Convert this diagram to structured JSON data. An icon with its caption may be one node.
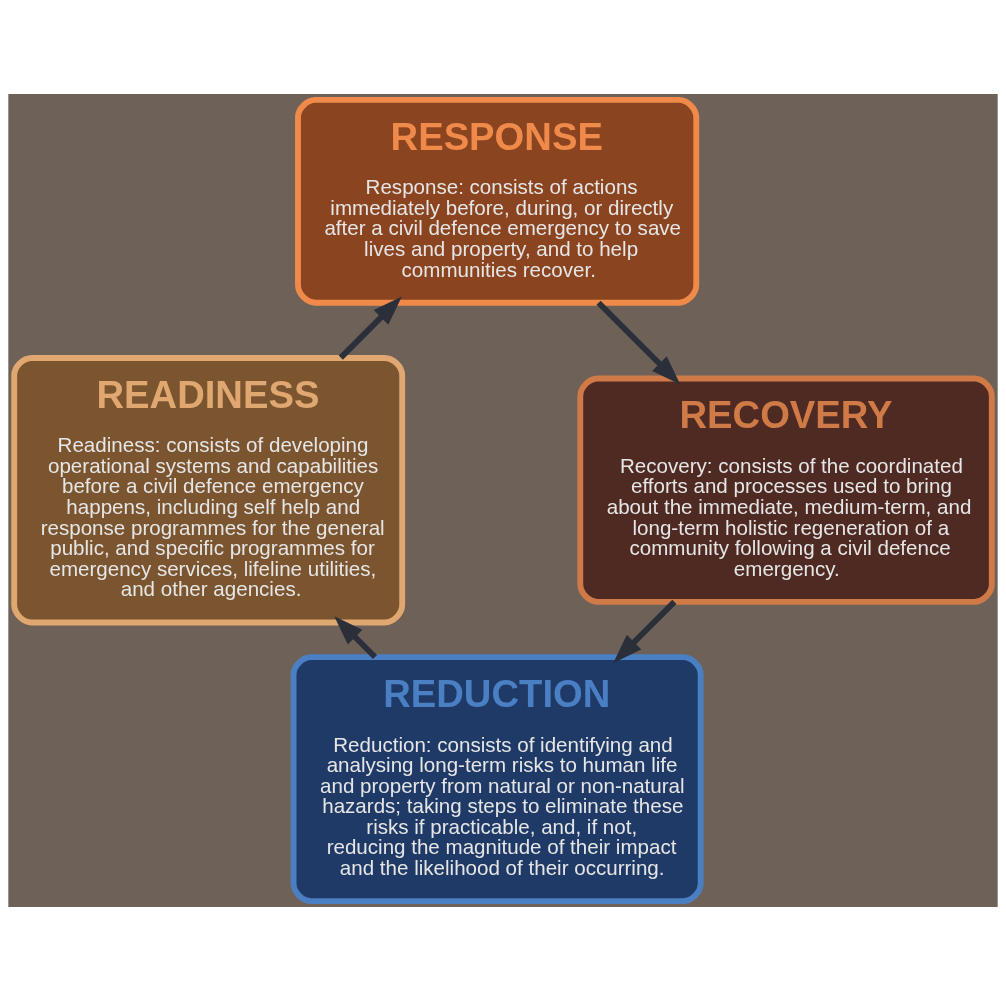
{
  "diagram": {
    "nodes": [
      {
        "text": [
          "REDUCTION",
          "Reduction: consists of identifying and analysing long-term risks to human life and property from natural or non-natural hazards; taking steps to eliminate these risks if practicable, and, if not, reducing the magnitude of their impact and the likelihood of their occurring."
        ]
      },
      {
        "text": [
          "READINESS",
          "Readiness: consists of developing operational systems and capabilities before a civil defence emergency happens, including self help and response programmes for the general public, and specific programmes for emergency services, lifeline utilities, and other agencies."
        ]
      },
      {
        "text": [
          "RESPONSE",
          "Response: consists of actions immediately before, during, or directly after a civil defence emergency to save lives and property, and to help communities recover."
        ]
      },
      {
        "text": [
          "RECOVERY",
          "Recovery: consists of the coordinated efforts and processes used to bring about the immediate, medium-term, and long-term holistic regeneration of a community following a civil defence emergency."
        ]
      }
    ],
    "edges": [
      {
        "from": 0,
        "to": 1,
        "arrow": "to"
      },
      {
        "from": 1,
        "to": 2,
        "arrow": "to"
      },
      {
        "from": 2,
        "to": 3,
        "arrow": "to"
      },
      {
        "from": 3,
        "to": 0,
        "arrow": "to"
      }
    ]
  }
}
